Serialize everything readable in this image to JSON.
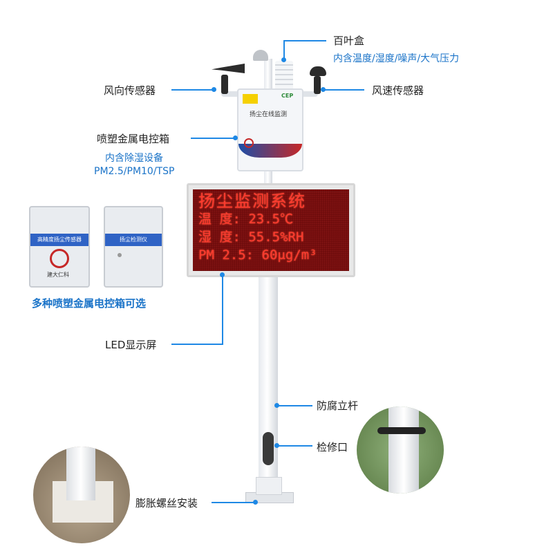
{
  "labels": {
    "shutter_box": "百叶盒",
    "shutter_box_desc": "内含温度/湿度/噪声/大气压力",
    "wind_direction": "风向传感器",
    "wind_speed": "风速传感器",
    "control_box": "喷塑金属电控箱",
    "control_box_desc1": "内含除湿设备",
    "control_box_desc2": "PM2.5/PM10/TSP",
    "box_options": "多种喷塑金属电控箱可选",
    "led_screen": "LED显示屏",
    "pole": "防腐立杆",
    "maintenance_port": "检修口",
    "install": "膨胀螺丝安装"
  },
  "device_box": {
    "label": "扬尘在线监测",
    "badge": "CEP"
  },
  "led": {
    "title": "扬尘监测系统",
    "row1": "温  度: 23.5℃",
    "row2": "湿  度: 55.5%RH",
    "row3": "PM 2.5: 60μg/m³"
  },
  "side_boxes": {
    "left_band": "高精度扬尘传感器",
    "left_brand": "建大仁科",
    "right_band": "扬尘检测仪"
  },
  "colors": {
    "accent": "#1e88e5",
    "led_text": "#ff3b2f",
    "led_bg": "#6b0b0b"
  }
}
